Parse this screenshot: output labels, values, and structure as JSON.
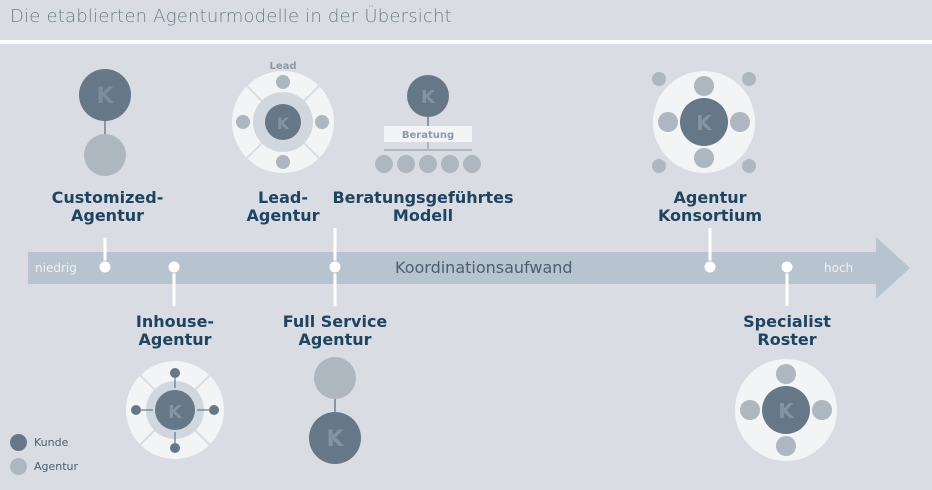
{
  "title": "Die etablierten Agenturmodelle in der Übersicht",
  "axis": {
    "low": "niedrig",
    "title": "Koordinationsaufwand",
    "high": "hoch"
  },
  "models": {
    "customized": "Customized-\nAgentur",
    "inhouse": "Inhouse-\nAgentur",
    "lead": "Lead-\nAgentur",
    "fullservice": "Full Service\nAgentur",
    "beratung": "Beratungsgeführtes\nModell",
    "konsortium": "Agentur\nKonsortium",
    "specialist": "Specialist\nRoster"
  },
  "icons": {
    "kunde_letter": "K",
    "lead_tag": "Lead",
    "beratung_tag": "Beratung"
  },
  "legend": {
    "kunde": "Kunde",
    "agentur": "Agentur"
  },
  "colors": {
    "kunde": "#667787",
    "agentur": "#aeb6bf",
    "label": "#1f4462",
    "arrow": "#b7c3ce",
    "background": "#d9dde3"
  }
}
